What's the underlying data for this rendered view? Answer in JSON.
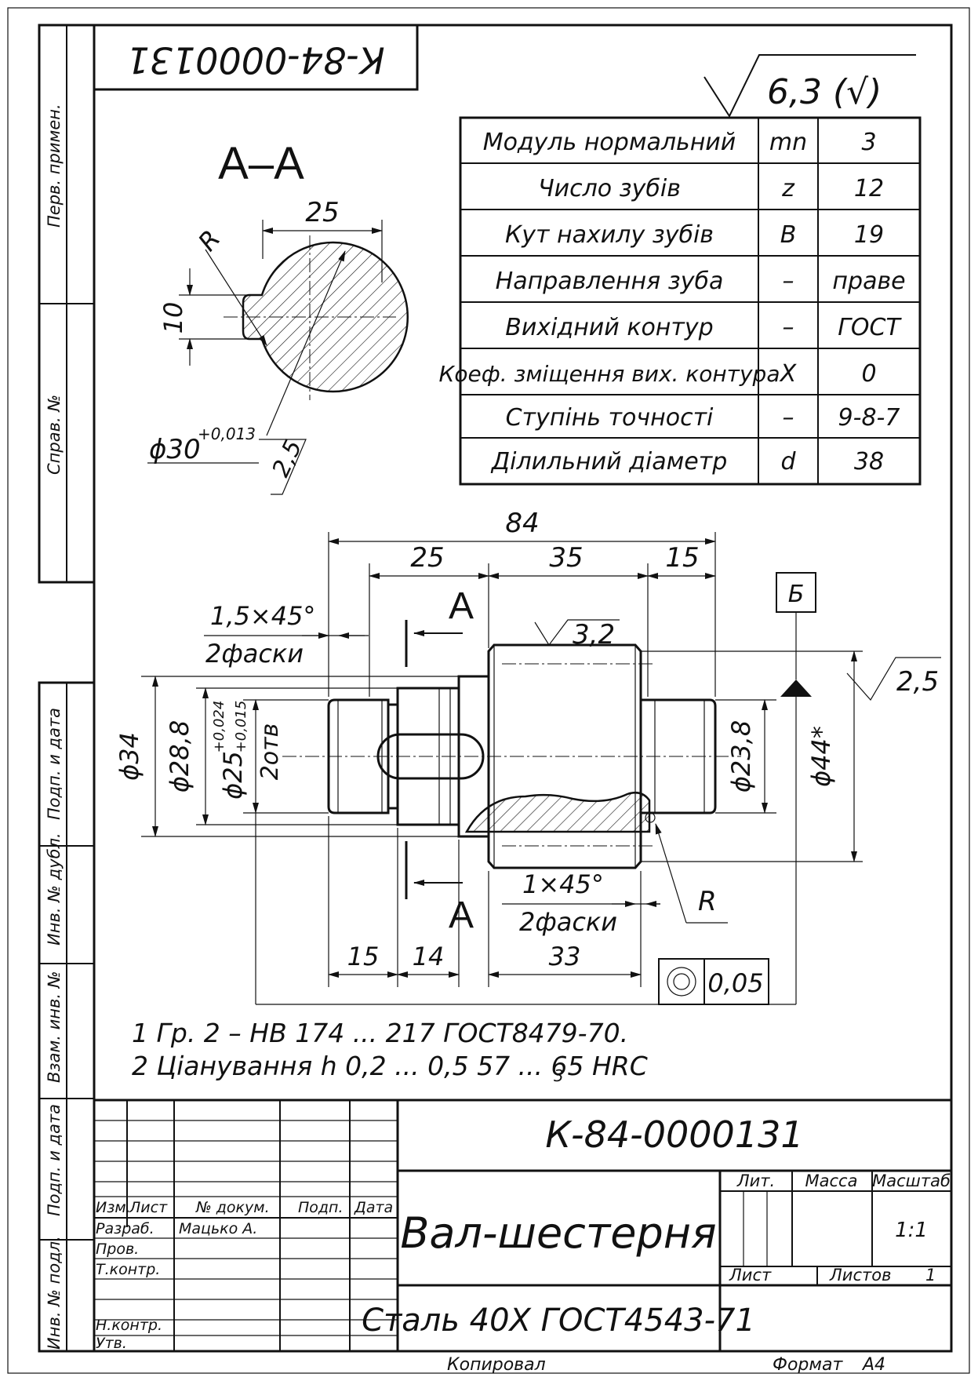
{
  "stamp_top": "К-84-0000131",
  "roughness_general": "6,3 (√)",
  "section_label": "А–А",
  "section_dims": {
    "width": "25",
    "key_height": "10",
    "radius": "R",
    "diameter": "ϕ30",
    "diameter_tol": "+0,013",
    "groove": "2,5"
  },
  "gear_params": [
    {
      "name": "Модуль нормальний",
      "symbol": "mn",
      "value": "3"
    },
    {
      "name": "Число зубів",
      "symbol": "z",
      "value": "12"
    },
    {
      "name": "Кут нахилу зубів",
      "symbol": "B",
      "value": "19"
    },
    {
      "name": "Направлення зуба",
      "symbol": "–",
      "value": "праве"
    },
    {
      "name": "Вихідний контур",
      "symbol": "–",
      "value": "ГОСТ"
    },
    {
      "name": "Коеф. зміщення вих. контура",
      "symbol": "X",
      "value": "0"
    },
    {
      "name": "Ступінь точності",
      "symbol": "–",
      "value": "9-8-7"
    },
    {
      "name": "Ділильний діаметр",
      "symbol": "d",
      "value": "38"
    }
  ],
  "main_dims": {
    "total": "84",
    "d25": "25",
    "d35": "35",
    "d15": "15",
    "chamfer1": "1,5×45°",
    "chamfer1_note": "2фаски",
    "rough_32": "3,2",
    "rough_25": "2,5",
    "cut_a": "А",
    "datum": "Б",
    "dia34": "ϕ34",
    "dia288": "ϕ28,8",
    "dia25": "ϕ25",
    "dia25_tol_up": "+0,024",
    "dia25_tol_lo": "+0,015",
    "holes": "2отв",
    "dia238": "ϕ23,8",
    "dia44": "ϕ44*",
    "chamfer2": "1×45°",
    "chamfer2_note": "2фаски",
    "radius": "R",
    "b15": "15",
    "b14": "14",
    "b33": "33",
    "runout": "0,05"
  },
  "notes": [
    "1 Гр. 2 – НВ 174 ... 217 ГОСТ8479-70.",
    "2 Ціанування h 0,2 ... 0,5  57 ... 65 HRC"
  ],
  "notes_sub": "3",
  "side_labels": [
    "Перв. примен.",
    "Справ. №",
    "Подп. и дата",
    "Инв. № дубл.",
    "Взам. инв. №",
    "Подп. и дата",
    "Инв. № подл."
  ],
  "title_block": {
    "doc_no": "К-84-0000131",
    "name": "Вал-шестерня",
    "material": "Сталь 40Х ГОСТ4543-71",
    "col_izm": "Изм.",
    "col_list": "Лист",
    "col_doc": "№ докум.",
    "col_sign": "Подп.",
    "col_date": "Дата",
    "razrab": "Разраб.",
    "razrab_name": "Мацько А.",
    "prov": "Пров.",
    "tkontr": "Т.контр.",
    "nkontr": "Н.контр.",
    "utv": "Утв.",
    "lit": "Лит.",
    "massa": "Масса",
    "masshtab": "Масштаб",
    "scale": "1:1",
    "sheet": "Лист",
    "sheets": "Листов",
    "sheets_count": "1",
    "copied": "Копировал",
    "format": "Формат",
    "format_val": "А4"
  }
}
